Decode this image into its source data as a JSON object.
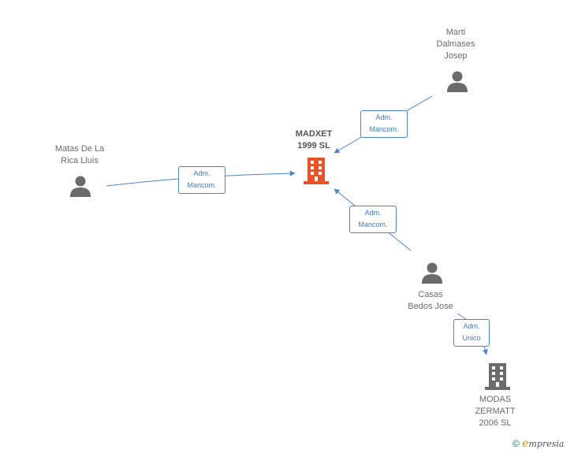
{
  "nodes": {
    "center": {
      "name": "MADXET\n1999 SL",
      "icon": "building-icon",
      "color": "#e8542a"
    },
    "marti": {
      "name": "Marti\nDalmases\nJosep",
      "icon": "person-icon"
    },
    "matas": {
      "name": "Matas De La\nRica Lluis",
      "icon": "person-icon"
    },
    "casas": {
      "name": "Casas\nBedos Jose",
      "icon": "person-icon"
    },
    "modas": {
      "name": "MODAS\nZERMATT\n2006 SL",
      "icon": "building-icon",
      "color": "#6b6b6b"
    }
  },
  "edges": {
    "marti_center": "Adm.\nMancom.",
    "matas_center": "Adm.\nMancom.",
    "casas_center": "Adm.\nMancom.",
    "casas_modas": "Adm.\nUnico"
  },
  "colors": {
    "edge": "#4a86c8",
    "person": "#6b6b6b"
  },
  "footer": {
    "copyright": "©",
    "brand_initial": "e",
    "brand_rest": "mpresia"
  }
}
